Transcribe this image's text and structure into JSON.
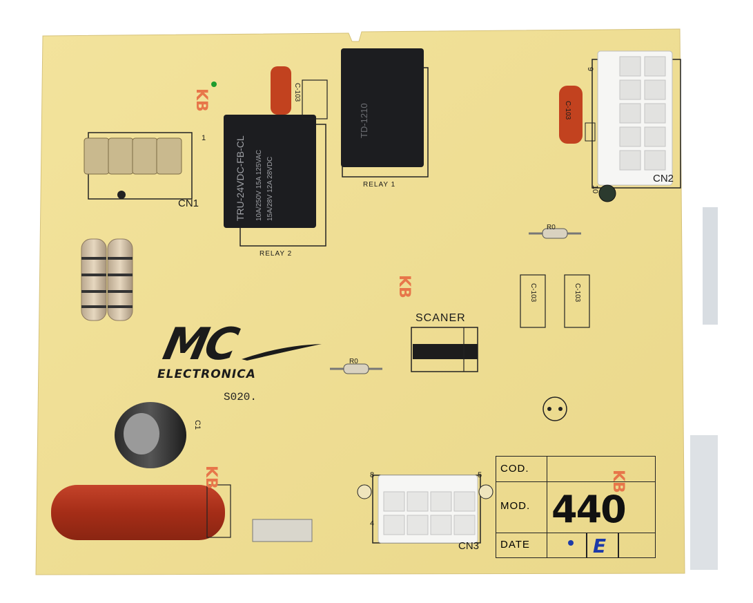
{
  "board": {
    "brand_top": "MC",
    "brand_bottom": "ELECTRONICA",
    "board_code": "S020.",
    "kb_marks": [
      "KB",
      "KB",
      "KB",
      "KB"
    ],
    "connectors": {
      "cn1": "CN1",
      "cn2": "CN2",
      "cn3": "CN3",
      "pin1": "1",
      "pin8": "8",
      "pin5": "5",
      "pin4": "4",
      "pin9": "9",
      "pin10": "10"
    },
    "relay1_label": "RELAY 1",
    "relay2_label": "RELAY 2",
    "relay1_text": [
      "TD-1210"
    ],
    "relay2_text": [
      "TRU-24VDC-FB-CL",
      "10A/250V  15A 125VAC",
      "15A/28V  12A  28VDC"
    ],
    "components": {
      "r0_a": "R0",
      "r0_b": "R0",
      "c103_a": "C-103",
      "c103_b": "C-103",
      "c103_c": "C-103",
      "c103_d": "C-103",
      "c1": "C1"
    },
    "scaner_label": "SCANER",
    "info_table": {
      "cod_label": "COD.",
      "mod_label": "MOD.",
      "date_label": "DATE",
      "mod_value": "440",
      "date_value": "E"
    }
  },
  "colors": {
    "pcb": "#f0df96",
    "silk": "#1a1a1a",
    "kb_orange": "#e7764a",
    "relay_body": "#1c1d20",
    "capacitor_red": "#b4321c"
  }
}
